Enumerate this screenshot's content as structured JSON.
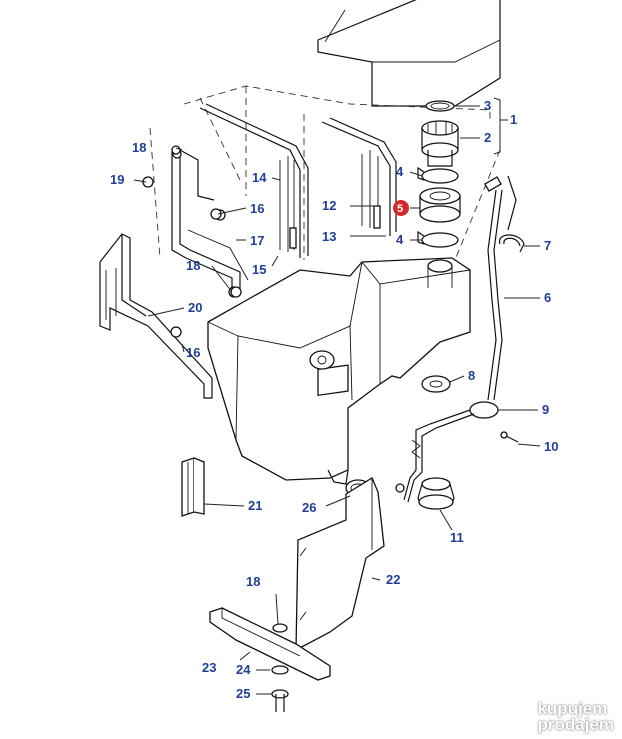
{
  "diagram": {
    "callouts": [
      "1",
      "2",
      "3",
      "4",
      "4",
      "5",
      "6",
      "7",
      "8",
      "9",
      "10",
      "11",
      "12",
      "13",
      "14",
      "15",
      "16",
      "16",
      "17",
      "18",
      "18",
      "18",
      "19",
      "20",
      "21",
      "22",
      "23",
      "24",
      "25",
      "26"
    ],
    "highlighted_callout": "5",
    "colors": {
      "callout_text": "#1f3f9a",
      "highlight_marker": "#d62828",
      "line_art": "#111111"
    }
  },
  "watermark": {
    "line1": "kupujem",
    "line2": "prodajem"
  }
}
